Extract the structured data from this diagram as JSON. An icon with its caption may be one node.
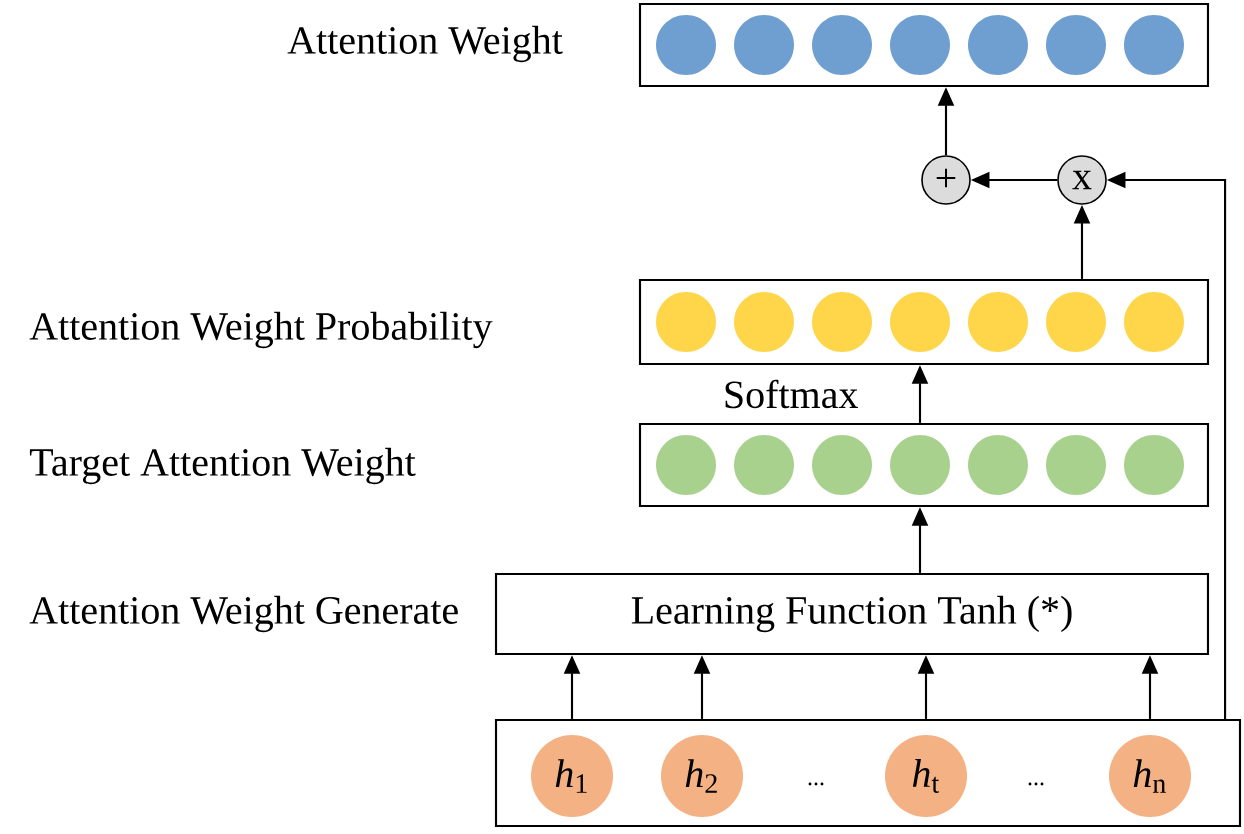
{
  "diagram": {
    "nodes": [
      {
        "text": [],
        "shape": "box"
      },
      {
        "text": [],
        "shape": "circle",
        "in": 0
      },
      {
        "text": [],
        "shape": "circle",
        "in": 0
      },
      {
        "text": [],
        "shape": "circle",
        "in": 0
      },
      {
        "text": [],
        "shape": "circle",
        "in": 0
      },
      {
        "text": [],
        "shape": "circle",
        "in": 0
      },
      {
        "text": [],
        "shape": "circle",
        "in": 0
      },
      {
        "text": [],
        "shape": "circle",
        "in": 0
      },
      {
        "text": [
          "+"
        ]
      },
      {
        "text": [
          "x"
        ]
      },
      {
        "text": [],
        "shape": "box"
      },
      {
        "text": [],
        "shape": "circle",
        "in": 10
      },
      {
        "text": [],
        "shape": "circle",
        "in": 10
      },
      {
        "text": [],
        "shape": "circle",
        "in": 10
      },
      {
        "text": [],
        "shape": "circle",
        "in": 10
      },
      {
        "text": [],
        "shape": "circle",
        "in": 10
      },
      {
        "text": [],
        "shape": "circle",
        "in": 10
      },
      {
        "text": [],
        "shape": "circle",
        "in": 10
      },
      {
        "text": [],
        "shape": "box"
      },
      {
        "text": [],
        "shape": "circle",
        "in": 18
      },
      {
        "text": [],
        "shape": "circle",
        "in": 18
      },
      {
        "text": [],
        "shape": "circle",
        "in": 18
      },
      {
        "text": [],
        "shape": "circle",
        "in": 18
      },
      {
        "text": [],
        "shape": "circle",
        "in": 18
      },
      {
        "text": [],
        "shape": "circle",
        "in": 18
      },
      {
        "text": [],
        "shape": "circle",
        "in": 18
      },
      {
        "text": [
          "Learning Function Tanh (*)"
        ]
      },
      {
        "text": [],
        "shape": "box"
      },
      {
        "text": [
          "*h*$_{1}$"
        ],
        "in": 27
      },
      {
        "text": [
          "*h*$_{2}$"
        ],
        "in": 27
      },
      {
        "text": [
          "*h*$_{t}$"
        ],
        "in": 27
      },
      {
        "text": [
          "*h*$_{n}$"
        ],
        "in": 27
      }
    ],
    "edges": [
      {
        "from": 28,
        "to": 26,
        "arrow": "to"
      },
      {
        "from": 29,
        "to": 26,
        "arrow": "to"
      },
      {
        "from": 30,
        "to": 26,
        "arrow": "to"
      },
      {
        "from": 31,
        "to": 26,
        "arrow": "to"
      },
      {
        "from": 26,
        "to": 18,
        "arrow": "to"
      },
      {
        "from": 18,
        "to": 10,
        "arrow": "to",
        "label": "Softmax"
      },
      {
        "from": 10,
        "to": 9,
        "arrow": "to"
      },
      {
        "from": 27,
        "to": 9,
        "arrow": "to"
      },
      {
        "from": 9,
        "to": 8,
        "arrow": "to"
      },
      {
        "from": 8,
        "to": 0,
        "arrow": "to"
      }
    ],
    "labels": [
      "Attention Weight",
      "Attention Weight Probability",
      "Target Attention Weight",
      "Attention Weight Generate",
      "...",
      "..."
    ]
  }
}
